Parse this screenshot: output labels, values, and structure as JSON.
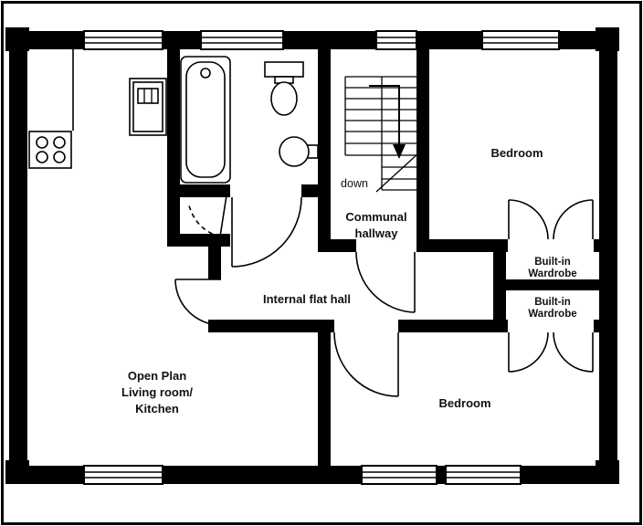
{
  "floorplan": {
    "colors": {
      "wall": "#000000",
      "background": "#ffffff",
      "text": "#111111"
    },
    "rooms": {
      "open_plan": {
        "line1": "Open Plan",
        "line2": "Living room/",
        "line3": "Kitchen"
      },
      "internal_hall": {
        "label": "Internal flat hall"
      },
      "communal_hallway": {
        "line1": "Communal",
        "line2": "hallway"
      },
      "stairs": {
        "label": "down"
      },
      "bedroom_top": {
        "label": "Bedroom"
      },
      "bedroom_bottom": {
        "label": "Bedroom"
      },
      "wardrobe_top": {
        "line1": "Built-in",
        "line2": "Wardrobe"
      },
      "wardrobe_bottom": {
        "line1": "Built-in",
        "line2": "Wardrobe"
      }
    }
  }
}
